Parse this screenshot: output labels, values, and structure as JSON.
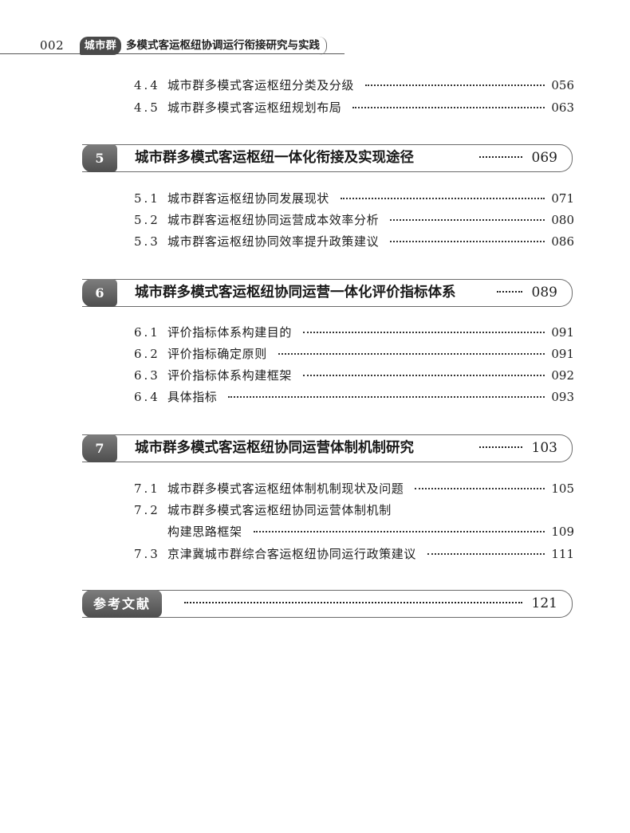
{
  "header": {
    "page_number": "002",
    "series": "城市群",
    "book_title": "多模式客运枢纽协调运行衔接研究与实践"
  },
  "toc_top": [
    {
      "num": "4.4",
      "title": "城市群多模式客运枢纽分类及分级",
      "page": "056"
    },
    {
      "num": "4.5",
      "title": "城市群多模式客运枢纽规划布局",
      "page": "063"
    }
  ],
  "chapters": [
    {
      "number": "5",
      "title": "城市群多模式客运枢纽一体化衔接及实现途径",
      "page": "069",
      "sections": [
        {
          "num": "5.1",
          "title": "城市群客运枢纽协同发展现状",
          "page": "071"
        },
        {
          "num": "5.2",
          "title": "城市群客运枢纽协同运营成本效率分析",
          "page": "080"
        },
        {
          "num": "5.3",
          "title": "城市群客运枢纽协同效率提升政策建议",
          "page": "086"
        }
      ]
    },
    {
      "number": "6",
      "title": "城市群多模式客运枢纽协同运营一体化评价指标体系",
      "page": "089",
      "sections": [
        {
          "num": "6.1",
          "title": "评价指标体系构建目的",
          "page": "091"
        },
        {
          "num": "6.2",
          "title": "评价指标确定原则",
          "page": "091"
        },
        {
          "num": "6.3",
          "title": "评价指标体系构建框架",
          "page": "092"
        },
        {
          "num": "6.4",
          "title": "具体指标",
          "page": "093"
        }
      ]
    },
    {
      "number": "7",
      "title": "城市群多模式客运枢纽协同运营体制机制研究",
      "page": "103",
      "sections": [
        {
          "num": "7.1",
          "title": "城市群多模式客运枢纽体制机制现状及问题",
          "page": "105"
        },
        {
          "num": "7.2",
          "title": "城市群多模式客运枢纽协同运营体制机制",
          "title_cont": "构建思路框架",
          "page": "109"
        },
        {
          "num": "7.3",
          "title": "京津冀城市群综合客运枢纽协同运行政策建议",
          "page": "111"
        }
      ]
    }
  ],
  "references": {
    "title": "参考文献",
    "page": "121"
  }
}
